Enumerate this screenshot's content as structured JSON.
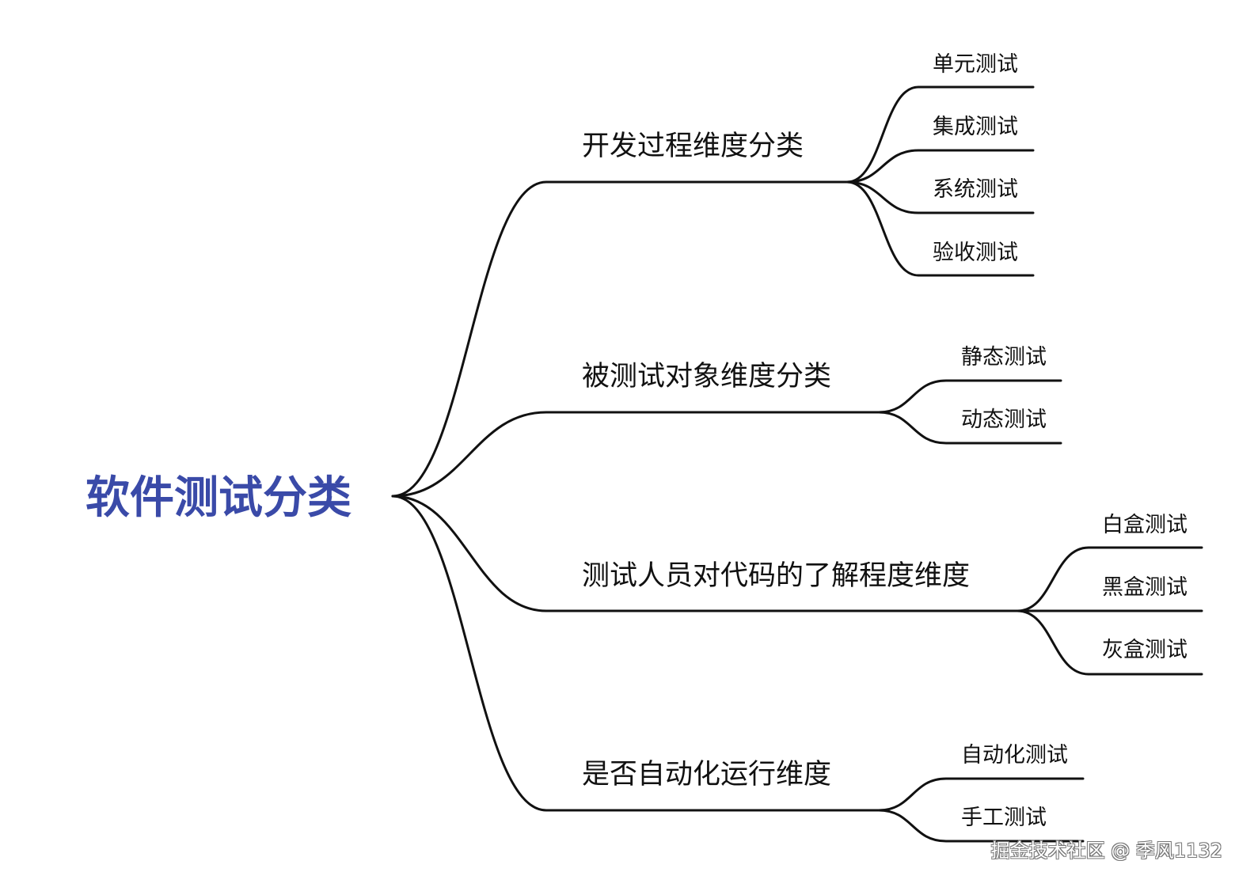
{
  "root": {
    "label": "软件测试分类"
  },
  "branches": [
    {
      "label": "开发过程维度分类",
      "children": [
        "单元测试",
        "集成测试",
        "系统测试",
        "验收测试"
      ]
    },
    {
      "label": "被测试对象维度分类",
      "children": [
        "静态测试",
        "动态测试"
      ]
    },
    {
      "label": "测试人员对代码的了解程度维度",
      "children": [
        "白盒测试",
        "黑盒测试",
        "灰盒测试"
      ]
    },
    {
      "label": "是否自动化运行维度",
      "children": [
        "自动化测试",
        "手工测试"
      ]
    }
  ],
  "watermark": "掘金技术社区 @ 季风1132",
  "colors": {
    "root": "#3a4aa8",
    "line": "#111111",
    "background": "#ffffff"
  }
}
